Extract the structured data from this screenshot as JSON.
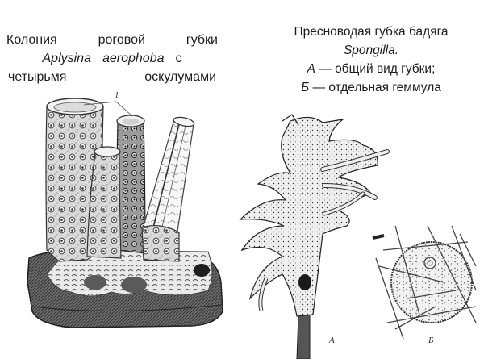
{
  "left_figure": {
    "caption": {
      "line1": [
        "Колония",
        "роговой",
        "губки"
      ],
      "line2": [
        "Aplysina",
        "aerophoba",
        "с"
      ],
      "line3": [
        "четырьмя",
        "оскулумами"
      ]
    },
    "callout_label": "1",
    "subject": "colony-of-horny-sponge-with-four-oscula"
  },
  "right_figure": {
    "caption": {
      "line1": "Пресноводая губка бадяга",
      "line2": "Spongilla.",
      "line3_letter": "А",
      "line3_text": " — общий  вид губки;",
      "line4_letter": "Б",
      "line4_text": " — отдельная геммула"
    },
    "label_a": "А",
    "label_b": "Б",
    "subject": "freshwater-sponge-spongilla-with-gemmule"
  }
}
